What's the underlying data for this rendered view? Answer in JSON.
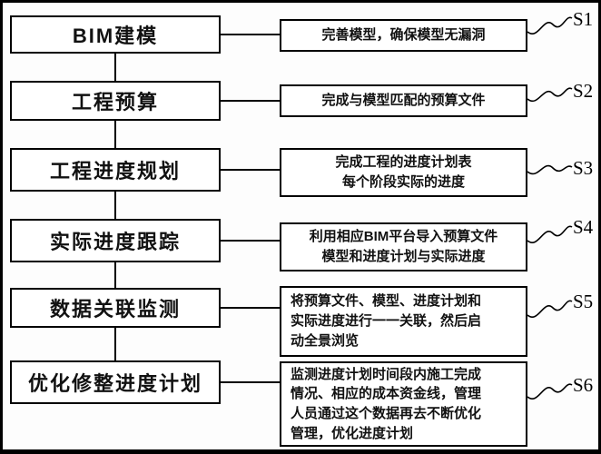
{
  "steps": [
    {
      "label": "BIM建模",
      "desc": "完善模型，确保模型无漏洞",
      "tag": "S1"
    },
    {
      "label": "工程预算",
      "desc": "完成与模型匹配的预算文件",
      "tag": "S2"
    },
    {
      "label": "工程进度规划",
      "desc": "完成工程的进度计划表\n每个阶段实际的进度",
      "tag": "S3"
    },
    {
      "label": "实际进度跟踪",
      "desc": "利用相应BIM平台导入预算文件\n模型和进度计划与实际进度",
      "tag": "S4"
    },
    {
      "label": "数据关联监测",
      "desc": "将预算文件、模型、进度计划和\n实际进度进行一一关联，然后启\n动全景浏览",
      "tag": "S5"
    },
    {
      "label": "优化修整进度计划",
      "desc": "监测进度计划时间段内施工完成\n情况、相应的成本资金线，管理\n人员通过这个数据再去不断优化\n管理，优化进度计划",
      "tag": "S6"
    }
  ],
  "colors": {
    "line": "#000000",
    "background": "#fdfdfd"
  }
}
